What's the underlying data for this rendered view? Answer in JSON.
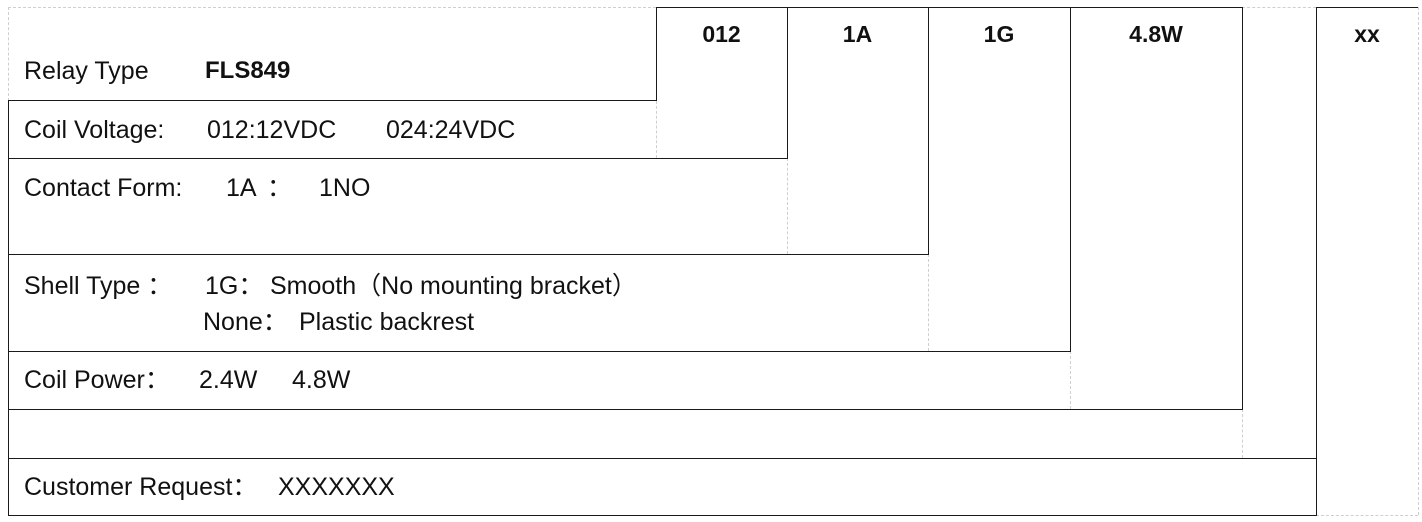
{
  "columns": {
    "voltage_code": "012",
    "contact_code": "1A",
    "shell_code": "1G",
    "power_code": "4.8W",
    "blank_code": "",
    "customer_code": "xx"
  },
  "rows": {
    "relay_type": {
      "label": "Relay Type",
      "value": "FLS849"
    },
    "coil_voltage": {
      "label": "Coil Voltage:",
      "option_1": "012:12VDC",
      "option_2": "024:24VDC"
    },
    "contact_form": {
      "label": "Contact Form:",
      "code": "1A",
      "separator": "：",
      "value": "1NO"
    },
    "shell_type": {
      "label": "Shell Type ：",
      "option_1_code": "1G：",
      "option_1_text": "Smooth（No mounting bracket）",
      "option_2_code": "None：",
      "option_2_text": "Plastic backrest"
    },
    "coil_power": {
      "label": "Coil Power：",
      "option_1": "2.4W",
      "option_2": "4.8W"
    },
    "customer_request": {
      "label": "Customer Request：",
      "value": "XXXXXXX"
    }
  }
}
